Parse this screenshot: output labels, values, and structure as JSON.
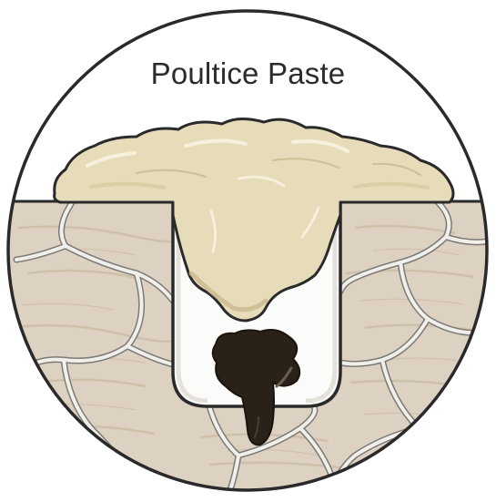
{
  "diagram": {
    "title": "Poultice Paste",
    "colors": {
      "background": "#ffffff",
      "outline": "#2a2a2a",
      "stone_base": "#ddd2c2",
      "stone_vein": "#c4b29a",
      "grout_joint": "#ecebe7",
      "paste_fill": "#e7dcb9",
      "paste_highlight": "#f6f0dc",
      "paste_shadow": "#c9b98e",
      "stain": "#2a2118",
      "stain_highlight": "#6b5d4d"
    },
    "elements": [
      {
        "name": "circular-frame",
        "icon": "circle-outline"
      },
      {
        "name": "stone-surface",
        "icon": "travertine-texture"
      },
      {
        "name": "grout-lines",
        "icon": "network-lines"
      },
      {
        "name": "pore-cavity",
        "icon": "u-shaped-cut"
      },
      {
        "name": "poultice-paste",
        "icon": "paste-blob"
      },
      {
        "name": "stain-blob",
        "icon": "dark-stain"
      }
    ]
  }
}
